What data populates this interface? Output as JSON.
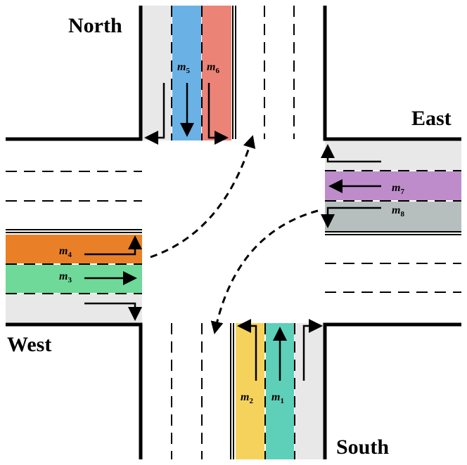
{
  "directions": {
    "north": "North",
    "east": "East",
    "west": "West",
    "south": "South"
  },
  "lanes": [
    {
      "id": "m1",
      "base": "m",
      "sub": "1",
      "color": "#5ecfb8"
    },
    {
      "id": "m2",
      "base": "m",
      "sub": "2",
      "color": "#f5d25c"
    },
    {
      "id": "m3",
      "base": "m",
      "sub": "3",
      "color": "#6ed998"
    },
    {
      "id": "m4",
      "base": "m",
      "sub": "4",
      "color": "#e98027"
    },
    {
      "id": "m5",
      "base": "m",
      "sub": "5",
      "color": "#6ab2e6"
    },
    {
      "id": "m6",
      "base": "m",
      "sub": "6",
      "color": "#ec8377"
    },
    {
      "id": "m7",
      "base": "m",
      "sub": "7",
      "color": "#be8ccb"
    },
    {
      "id": "m8",
      "base": "m",
      "sub": "8",
      "color": "#b6bfbd"
    }
  ],
  "colors": {
    "road_lane_gray": "#e8e8e8",
    "curb": "#000000"
  }
}
